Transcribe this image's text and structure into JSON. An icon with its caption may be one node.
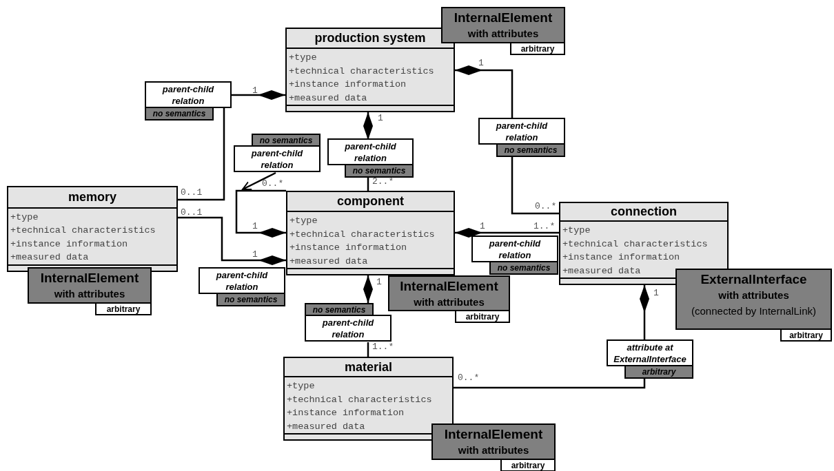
{
  "diagram": {
    "nodes": [
      {
        "text": [
          "production system",
          "+type",
          "+technical characteristics",
          "+instance information",
          "+measured data"
        ]
      },
      {
        "text": [
          "InternalElement",
          "with attributes",
          "arbitrary"
        ]
      },
      {
        "text": [
          "parent-child relation",
          "no semantics"
        ]
      },
      {
        "text": [
          "no semantics",
          "parent-child relation"
        ]
      },
      {
        "text": [
          "parent-child relation",
          "no semantics"
        ]
      },
      {
        "text": [
          "parent-child relation",
          "no semantics"
        ]
      },
      {
        "text": [
          "memory",
          "+type",
          "+technical characteristics",
          "+instance information",
          "+measured data"
        ]
      },
      {
        "text": [
          "component",
          "+type",
          "+technical characteristics",
          "+instance information",
          "+measured data"
        ]
      },
      {
        "text": [
          "connection",
          "+type",
          "+technical characteristics",
          "+instance information",
          "+measured data"
        ]
      },
      {
        "text": [
          "parent-child relation",
          "no semantics"
        ]
      },
      {
        "text": [
          "parent-child relation",
          "no semantics"
        ]
      },
      {
        "text": [
          "InternalElement",
          "with attributes",
          "arbitrary"
        ]
      },
      {
        "text": [
          "InternalElement",
          "with attributes",
          "arbitrary"
        ]
      },
      {
        "text": [
          "ExternalInterface",
          "with attributes",
          "(connected by InternalLink)",
          "arbitrary"
        ]
      },
      {
        "text": [
          "no semantics",
          "parent-child relation"
        ]
      },
      {
        "text": [
          "attribute at ExternalInterface",
          "arbitrary"
        ]
      },
      {
        "text": [
          "material",
          "+type",
          "+technical characteristics",
          "+instance information",
          "+measured data"
        ]
      },
      {
        "text": [
          "InternalElement",
          "with attributes",
          "arbitrary"
        ]
      }
    ],
    "edges": [
      {
        "from": 0,
        "to": 2,
        "arrow": "other"
      },
      {
        "from": 2,
        "to": 6,
        "arrow": "none"
      },
      {
        "from": 0,
        "to": 4,
        "arrow": "other"
      },
      {
        "from": 4,
        "to": 7,
        "arrow": "none"
      },
      {
        "from": 0,
        "to": 5,
        "arrow": "other"
      },
      {
        "from": 5,
        "to": 8,
        "arrow": "none"
      },
      {
        "from": 7,
        "to": 7,
        "arrow": "other"
      },
      {
        "from": 7,
        "to": 6,
        "arrow": "other"
      },
      {
        "from": 7,
        "to": 8,
        "arrow": "other"
      },
      {
        "from": 7,
        "to": 14,
        "arrow": "other"
      },
      {
        "from": 14,
        "to": 16,
        "arrow": "none"
      },
      {
        "from": 8,
        "to": 15,
        "arrow": "other"
      },
      {
        "from": 15,
        "to": 16,
        "arrow": "none"
      },
      {
        "from": 3,
        "to": null,
        "arrow": "to"
      }
    ],
    "labels": [
      "1",
      "1",
      "1",
      "2..*",
      "0..*",
      "0..1",
      "0..*",
      "0..1",
      "1",
      "1",
      "1..*",
      "1",
      "1",
      "1",
      "1..*",
      "0..*"
    ]
  }
}
